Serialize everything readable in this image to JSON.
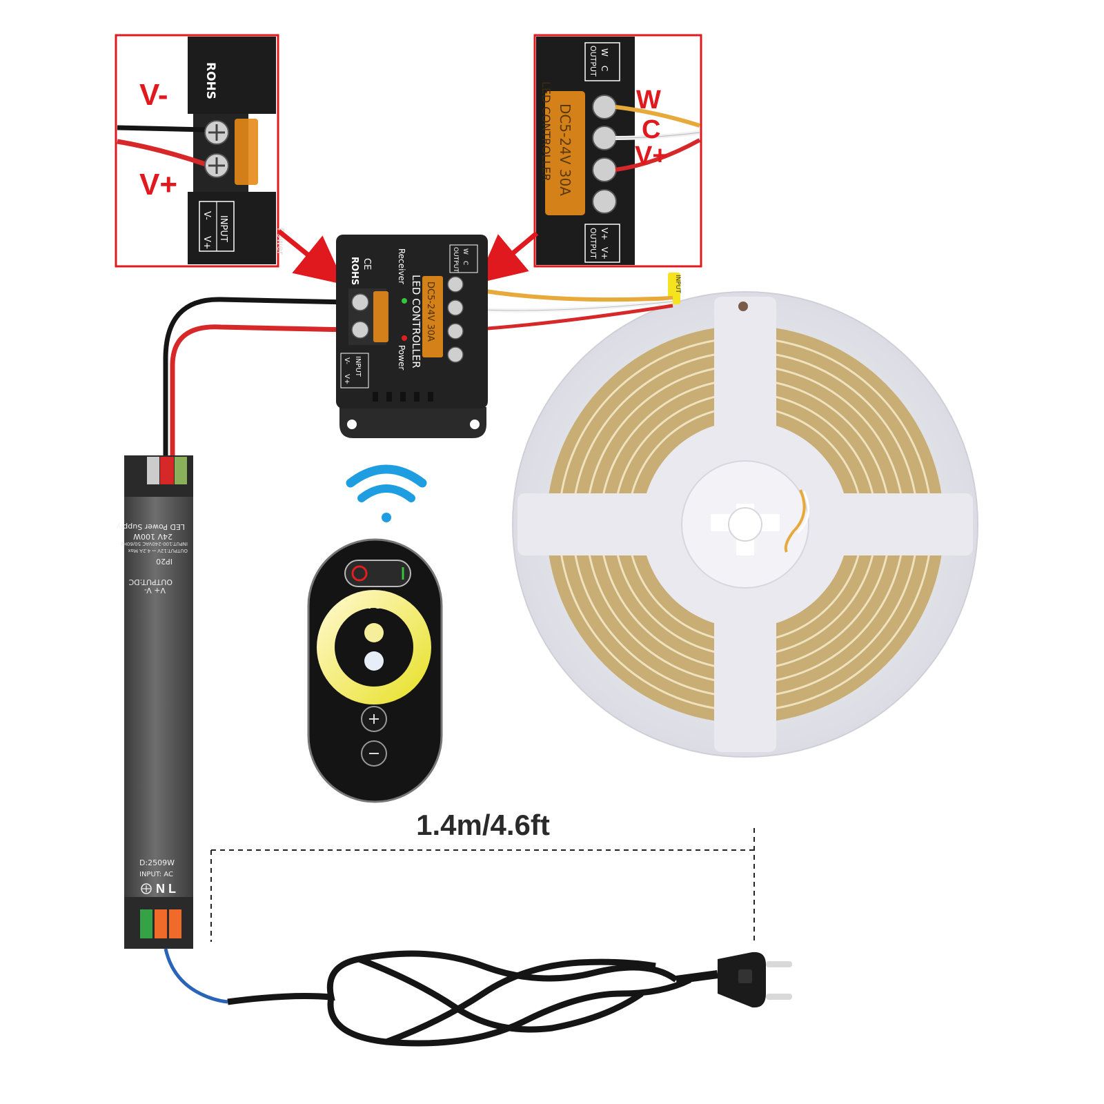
{
  "colors": {
    "accent_red": "#e0191e",
    "wire_red": "#d62828",
    "wire_black": "#151515",
    "wire_white": "#f4f4f4",
    "wire_yellow": "#e6a93a",
    "wifi_blue": "#1e9ee0",
    "controller_body": "#222222",
    "power_supply_body": "#5e5e5e",
    "reel": "#e9e9ef",
    "led_strip": "#c8ad74",
    "orange_cover": "#e58a1a"
  },
  "callout_left": {
    "label_v_minus": "V-",
    "label_v_plus": "V+",
    "brand_text": "ROHS",
    "input_header": "INPUT",
    "input_v_minus": "V-",
    "input_v_plus": "V+",
    "side_text": "Power"
  },
  "callout_right": {
    "label_w": "W",
    "label_c": "C",
    "label_v_plus": "V+",
    "output_header_top": "OUTPUT",
    "output_top_c": "C",
    "output_top_w": "W",
    "output_header_bottom": "OUTPUT",
    "output_bottom_v_plus_1": "V+",
    "output_bottom_v_plus_2": "V+",
    "cover_text": "DC5-24V 30A",
    "side_text": "LED CONTROLLER"
  },
  "controller": {
    "brand": "ROHS",
    "ce_mark": "CE",
    "receiver_label": "Receiver",
    "power_label": "Power",
    "title": "LED CONTROLLER",
    "rating": "DC5-24V 30A",
    "input_header": "INPUT",
    "input_v_minus": "V-",
    "input_v_plus": "V+",
    "output_header": "OUTPUT",
    "output_c": "C",
    "output_w": "W"
  },
  "power_supply": {
    "output_label": "OUTPUT:DC",
    "output_pins": "V+ V-",
    "ip_rating": "IP20",
    "spec_line1": "OUTPUT:12V ⎓ 4.2A Max",
    "spec_line2": "INPUT:100-240VAC 50/60Hz",
    "wattage": "24V 100W",
    "product_name": "LED Power Supply",
    "model": "D:2509W",
    "input_label": "INPUT: AC",
    "pins_ac": "N L"
  },
  "remote": {
    "brand": "TC"
  },
  "strip": {
    "tag_text": "INPUT"
  },
  "cable_length": "1.4m/4.6ft",
  "icons": [
    "wifi-icon",
    "power-icon",
    "brightness-up-icon",
    "brightness-down-icon",
    "ground-icon"
  ]
}
